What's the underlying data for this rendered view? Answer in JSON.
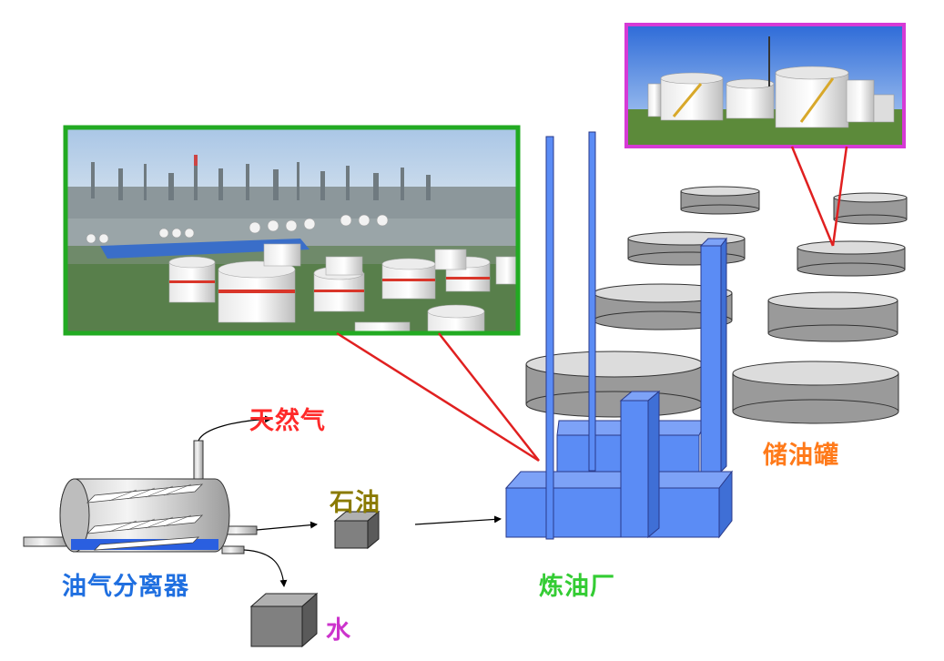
{
  "labels": {
    "natural_gas": "天然气",
    "oil": "石油",
    "water": "水",
    "separator": "油气分离器",
    "refinery": "炼油厂",
    "storage_tanks": "储油罐"
  },
  "colors": {
    "natural_gas": "#ff2a2a",
    "oil": "#8a7a00",
    "water": "#cc33cc",
    "separator": "#1f6fe0",
    "refinery": "#33cc33",
    "storage_tanks": "#ff7a1a",
    "callout_line": "#e02020",
    "refinery_photo_border": "#22aa22",
    "storage_photo_border": "#d63ad6",
    "refinery_blue": "#5b8cf5",
    "tank_gray": "#9a9a9a"
  },
  "icons": {
    "refinery_photo": "oil-refinery-photo",
    "storage_photo": "oil-storage-tanks-photo"
  }
}
